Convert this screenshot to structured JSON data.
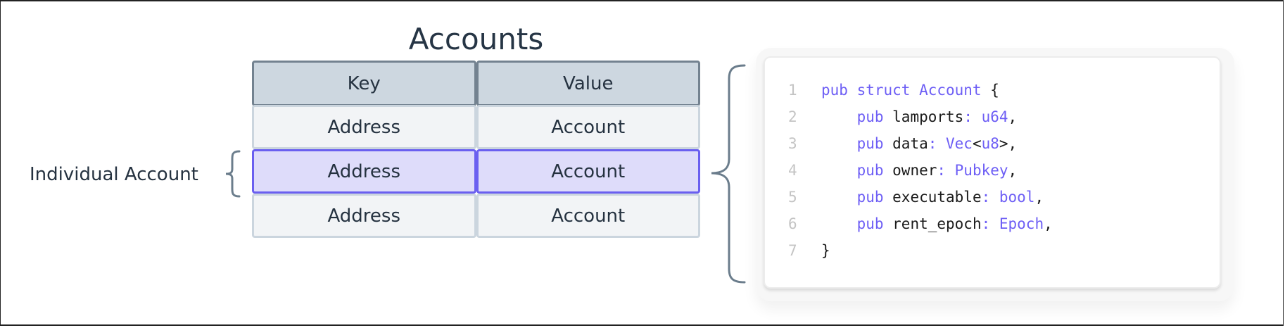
{
  "title": "Accounts",
  "side_label": "Individual Account",
  "colors": {
    "text": "#253240",
    "header_fill": "#cdd7e0",
    "header_border": "#738290",
    "row_fill": "#f2f4f6",
    "row_border": "#cbd5de",
    "highlight_fill": "#dedcfa",
    "highlight_border": "#6a5ff0",
    "code_keyword": "#6d5ef5",
    "brace": "#6b7d8c"
  },
  "table": {
    "headers": [
      "Key",
      "Value"
    ],
    "rows": [
      {
        "key": "Address",
        "value": "Account",
        "highlighted": false
      },
      {
        "key": "Address",
        "value": "Account",
        "highlighted": true
      },
      {
        "key": "Address",
        "value": "Account",
        "highlighted": false
      }
    ]
  },
  "code": {
    "lines": [
      {
        "n": "1",
        "indent": "",
        "a": "pub struct Account",
        "b": " {",
        "c": "",
        "d": ""
      },
      {
        "n": "2",
        "indent": "    ",
        "a": "pub",
        "b": " lamports",
        "c": ": u64",
        "d": ","
      },
      {
        "n": "3",
        "indent": "    ",
        "a": "pub",
        "b": " data",
        "c": ": Vec",
        "d": "<",
        "e": "u8",
        "f": ">,"
      },
      {
        "n": "4",
        "indent": "    ",
        "a": "pub",
        "b": " owner",
        "c": ": Pubkey",
        "d": ","
      },
      {
        "n": "5",
        "indent": "    ",
        "a": "pub",
        "b": " executable",
        "c": ": bool",
        "d": ","
      },
      {
        "n": "6",
        "indent": "    ",
        "a": "pub",
        "b": " rent_epoch",
        "c": ": Epoch",
        "d": ","
      },
      {
        "n": "7",
        "indent": "",
        "a": "",
        "b": "}",
        "c": "",
        "d": ""
      }
    ]
  }
}
